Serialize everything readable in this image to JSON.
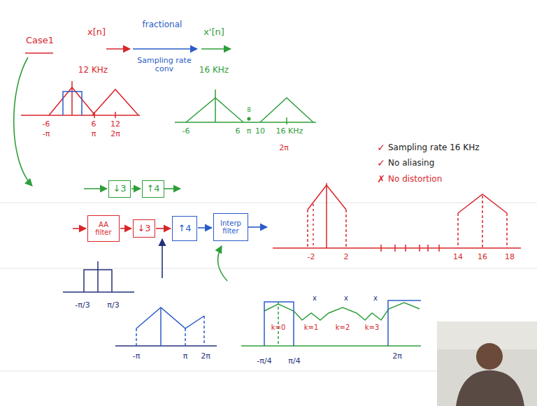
{
  "diagram": {
    "nodes": [
      {
        "text": [
          "↓3"
        ]
      },
      {
        "text": [
          "↑4"
        ]
      },
      {
        "text": [
          "AA filter"
        ]
      },
      {
        "text": [
          "↓3"
        ]
      },
      {
        "text": [
          "↑4"
        ]
      },
      {
        "text": [
          "Interp filter"
        ]
      }
    ],
    "edges": [
      {
        "from": 0,
        "to": 1,
        "arrow": "to"
      },
      {
        "from": 2,
        "to": 3,
        "arrow": "to"
      },
      {
        "from": 3,
        "to": 4,
        "arrow": "to"
      },
      {
        "from": 4,
        "to": 5,
        "arrow": "to"
      }
    ],
    "labels": [
      "Case1",
      "x[n]",
      "12 KHz",
      "fractional",
      "Sampling rate conv",
      "x'[n]",
      "16 KHz",
      "-6",
      "-π",
      "6",
      "π",
      "12",
      "2π",
      "-6",
      "6",
      "8",
      "π",
      "10",
      "16 KHz",
      "2π",
      "✓",
      "Sampling rate 16 KHz",
      "✓",
      "No aliasing",
      "✗",
      "No distortion",
      "-2",
      "2",
      "14",
      "16",
      "18",
      "-π/3",
      "π/3",
      "-π",
      "π",
      "2π",
      "-π/4",
      "π/4",
      "2π",
      "k=0",
      "k=1",
      "k=2",
      "k=3",
      "x",
      "x",
      "x"
    ]
  }
}
